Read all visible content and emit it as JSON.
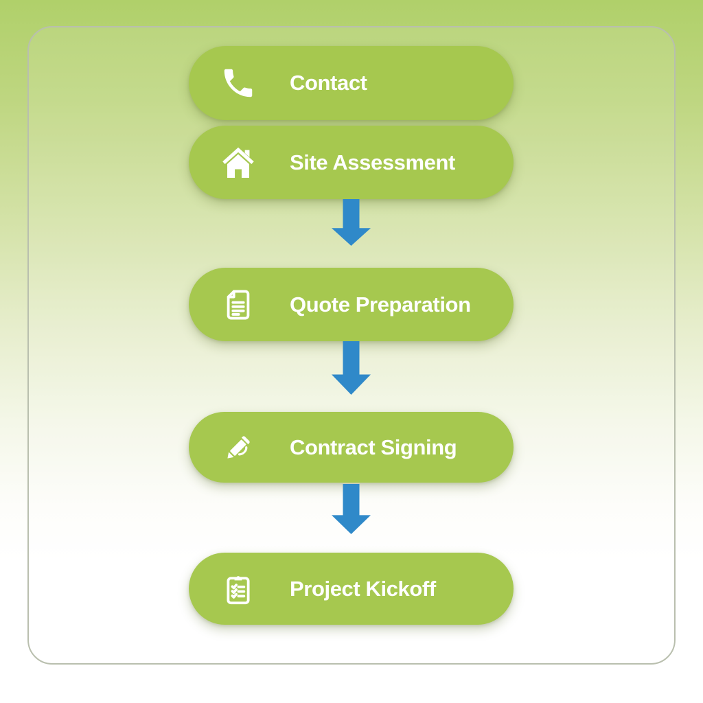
{
  "diagram": {
    "type": "flowchart",
    "direction": "vertical",
    "steps": [
      {
        "label": "Contact",
        "icon": "phone-icon"
      },
      {
        "label": "Site Assessment",
        "icon": "home-icon"
      },
      {
        "label": "Quote Preparation",
        "icon": "document-icon"
      },
      {
        "label": "Contract Signing",
        "icon": "pen-icon"
      },
      {
        "label": "Project Kickoff",
        "icon": "clipboard-icon"
      }
    ],
    "connectors": [
      {
        "from": "Site Assessment",
        "to": "Quote Preparation",
        "type": "down-arrow"
      },
      {
        "from": "Quote Preparation",
        "to": "Contract Signing",
        "type": "down-arrow"
      },
      {
        "from": "Contract Signing",
        "to": "Project Kickoff",
        "type": "down-arrow"
      }
    ],
    "colors": {
      "pill": "#a6c84f",
      "arrow": "#2f89c9",
      "label": "#ffffff",
      "bg_top": "#b0d06a",
      "bg_bottom": "#ffffff",
      "card_border": "#b9bfae"
    }
  }
}
